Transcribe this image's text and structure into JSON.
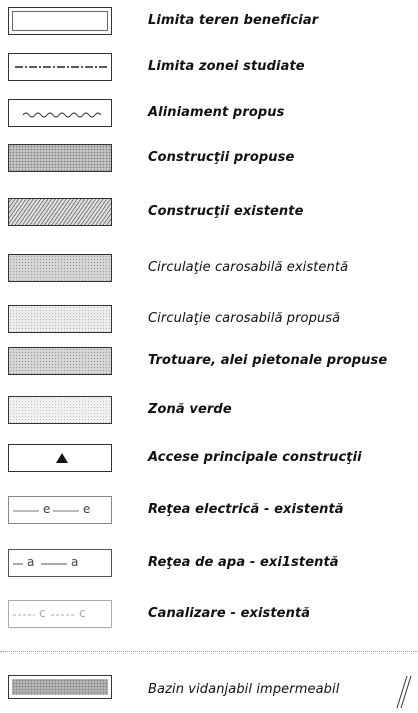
{
  "legend": {
    "items": [
      {
        "label": "Limita teren beneficiar",
        "symbol": "double-border-box"
      },
      {
        "label": "Limita zonei studiate",
        "symbol": "dash-dot-line"
      },
      {
        "label": "Aliniament propus",
        "symbol": "wavy-line"
      },
      {
        "label": "Construcţii propuse",
        "symbol": "dense-dot-fill"
      },
      {
        "label": "Construcţii existente",
        "symbol": "diagonal-hatch"
      },
      {
        "label": "Circulaţie carosabilă existentă",
        "symbol": "dot-fill-mid"
      },
      {
        "label": "Circulaţie carosabilă propusă",
        "symbol": "dot-fill-light"
      },
      {
        "label": "Trotuare, alei pietonale propuse",
        "symbol": "dot-fill-mid"
      },
      {
        "label": "Zonă verde",
        "symbol": "dot-fill-light"
      },
      {
        "label": "Accese principale construcţii",
        "symbol": "triangle"
      },
      {
        "label": "Reţea electrică - existentă",
        "symbol": "line-e",
        "code": "e"
      },
      {
        "label": "Reţea de apa - exi1stentă",
        "symbol": "line-a",
        "code": "a"
      },
      {
        "label": "Canalizare - existentă",
        "symbol": "line-c",
        "code": "c"
      },
      {
        "label": "Bazin vidanjabil impermeabil",
        "symbol": "dark-dot-box"
      }
    ]
  },
  "colors": {
    "ink": "#111111",
    "line": "#333333",
    "fill_dark": "#c9c9c9",
    "fill_light": "#ececec"
  }
}
